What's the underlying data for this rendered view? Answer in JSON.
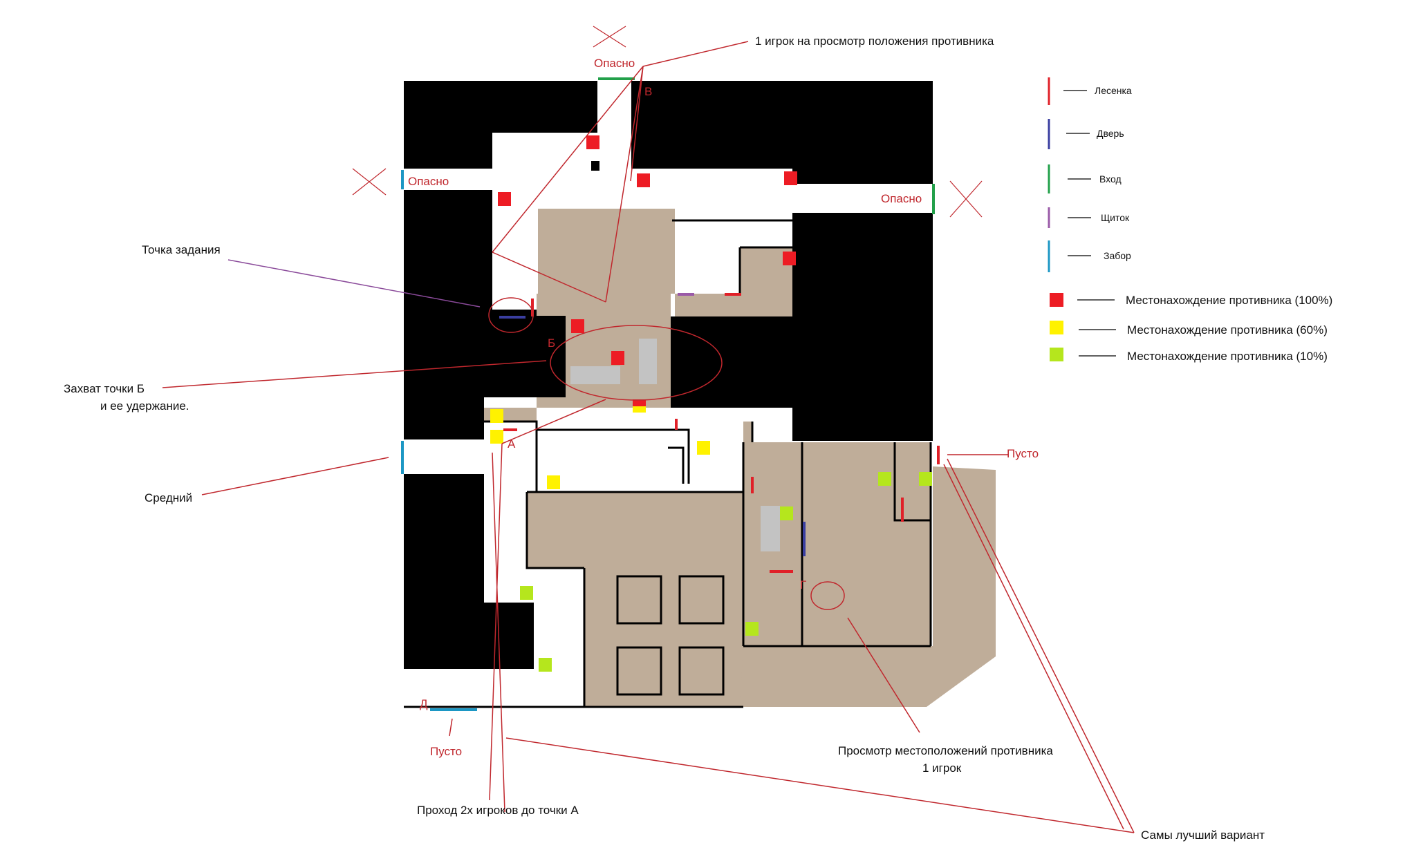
{
  "colors": {
    "wall": "#000000",
    "floor_white": "#ffffff",
    "floor_tan": "#bfad99",
    "ladder": "#e02028",
    "door": "#3a3ea0",
    "entrance": "#22a04a",
    "panel": "#9a5aa8",
    "fence": "#1c97c4",
    "enemy_100": "#ed1c24",
    "enemy_60": "#fff200",
    "enemy_10": "#b5e61d",
    "annotation": "#c0272d",
    "callout_purple": "#8a4a9a",
    "obstacle": "#c3c3c3"
  },
  "legend": {
    "ladder": "Лесенка",
    "door": "Дверь",
    "entrance": "Вход",
    "panel": "Щиток",
    "fence": "Забор",
    "enemy_100": "Местонахождение противника (100%)",
    "enemy_60": "Местонахождение противника (60%)",
    "enemy_10": "Местонахождение противника (10%)"
  },
  "callouts": {
    "one_player_watch": "1 игрок на просмотр положения противника",
    "task_point": "Точка задания",
    "capture_b_1": "Захват точки Б",
    "capture_b_2": "и ее удержание.",
    "middle": "Средний",
    "pass_to_a": "Проход 2х игроков до точки А",
    "watch_enemies_1": "Просмотр местоположений противника",
    "watch_enemies_2": "1 игрок",
    "best_option": "Самы лучший вариант"
  },
  "map_labels": {
    "danger_top": "Опасно",
    "danger_left": "Опасно",
    "danger_right": "Опасно",
    "empty_right": "Пусто",
    "empty_bottom": "Пусто",
    "point_v": "В",
    "point_b": "Б",
    "point_a": "А",
    "point_g": "Г",
    "point_d": "Д"
  }
}
